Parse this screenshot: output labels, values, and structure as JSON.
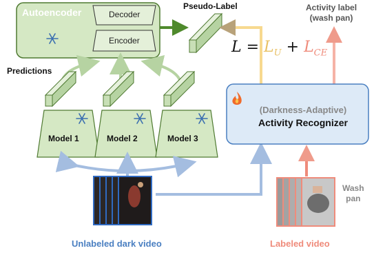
{
  "autoencoder": {
    "title": "Autoencoder",
    "decoder_label": "Decoder",
    "encoder_label": "Encoder",
    "frozen_icon": "snowflake-icon"
  },
  "pseudo_label": "Pseudo-Label",
  "predictions_label": "Predictions",
  "models": [
    {
      "label": "Model 1",
      "frozen_icon": "snowflake-icon"
    },
    {
      "label": "Model 2",
      "frozen_icon": "snowflake-icon"
    },
    {
      "label": "Model 3",
      "frozen_icon": "snowflake-icon"
    }
  ],
  "loss": {
    "lhs": "L",
    "eq": "=",
    "term1": "L",
    "term1_sub": "U",
    "plus": "+",
    "term2": "L",
    "term2_sub": "CE"
  },
  "activity_label": {
    "line1": "Activity label",
    "line2": "(wash pan)"
  },
  "recognizer": {
    "line1": "(Darkness-Adaptive)",
    "line2": "Activity Recognizer",
    "trainable_icon": "fire-icon"
  },
  "unlabeled_video_label": "Unlabeled dark video",
  "labeled_video_label": "Labeled video",
  "wash_pan_label": {
    "line1": "Wash",
    "line2": "pan"
  },
  "colors": {
    "green_fill": "#d5e8c4",
    "green_border": "#4f7a32",
    "green_arrow": "#b6d3a2",
    "pseudo_arrow": "#4f8a2c",
    "blue_fill": "#ddeaf7",
    "blue_border": "#4a7fc1",
    "blue_arrow": "#a4bde0",
    "yellow_arrow": "#f7d98f",
    "salmon": "#ef8b7b",
    "gray_text": "#888888"
  }
}
